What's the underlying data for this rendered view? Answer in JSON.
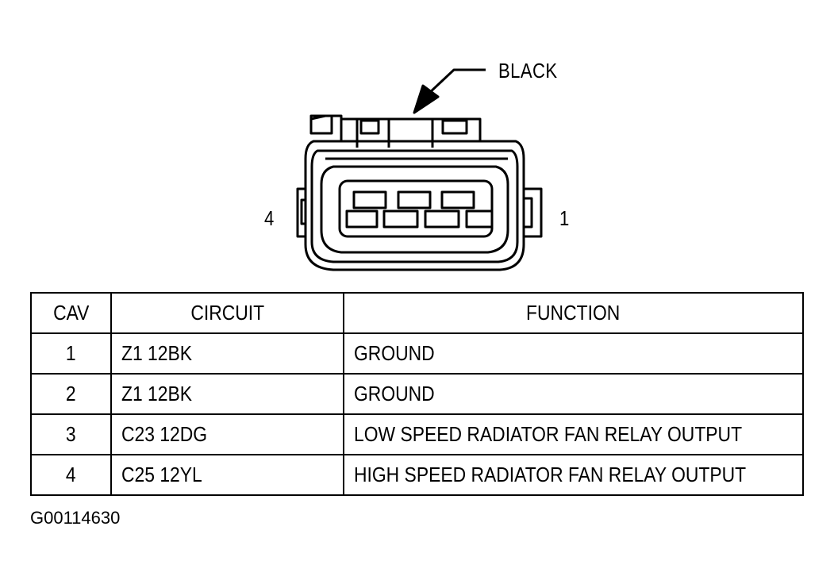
{
  "diagram": {
    "connector_color_label": "BLACK",
    "pin_left_label": "4",
    "pin_right_label": "1"
  },
  "table": {
    "headers": [
      "CAV",
      "CIRCUIT",
      "FUNCTION"
    ],
    "rows": [
      {
        "cav": "1",
        "circuit": "Z1 12BK",
        "function": "GROUND"
      },
      {
        "cav": "2",
        "circuit": "Z1 12BK",
        "function": "GROUND"
      },
      {
        "cav": "3",
        "circuit": "C23 12DG",
        "function": "LOW SPEED RADIATOR FAN RELAY OUTPUT"
      },
      {
        "cav": "4",
        "circuit": "C25 12YL",
        "function": "HIGH SPEED RADIATOR FAN RELAY OUTPUT"
      }
    ]
  },
  "figure_id": "G00114630"
}
